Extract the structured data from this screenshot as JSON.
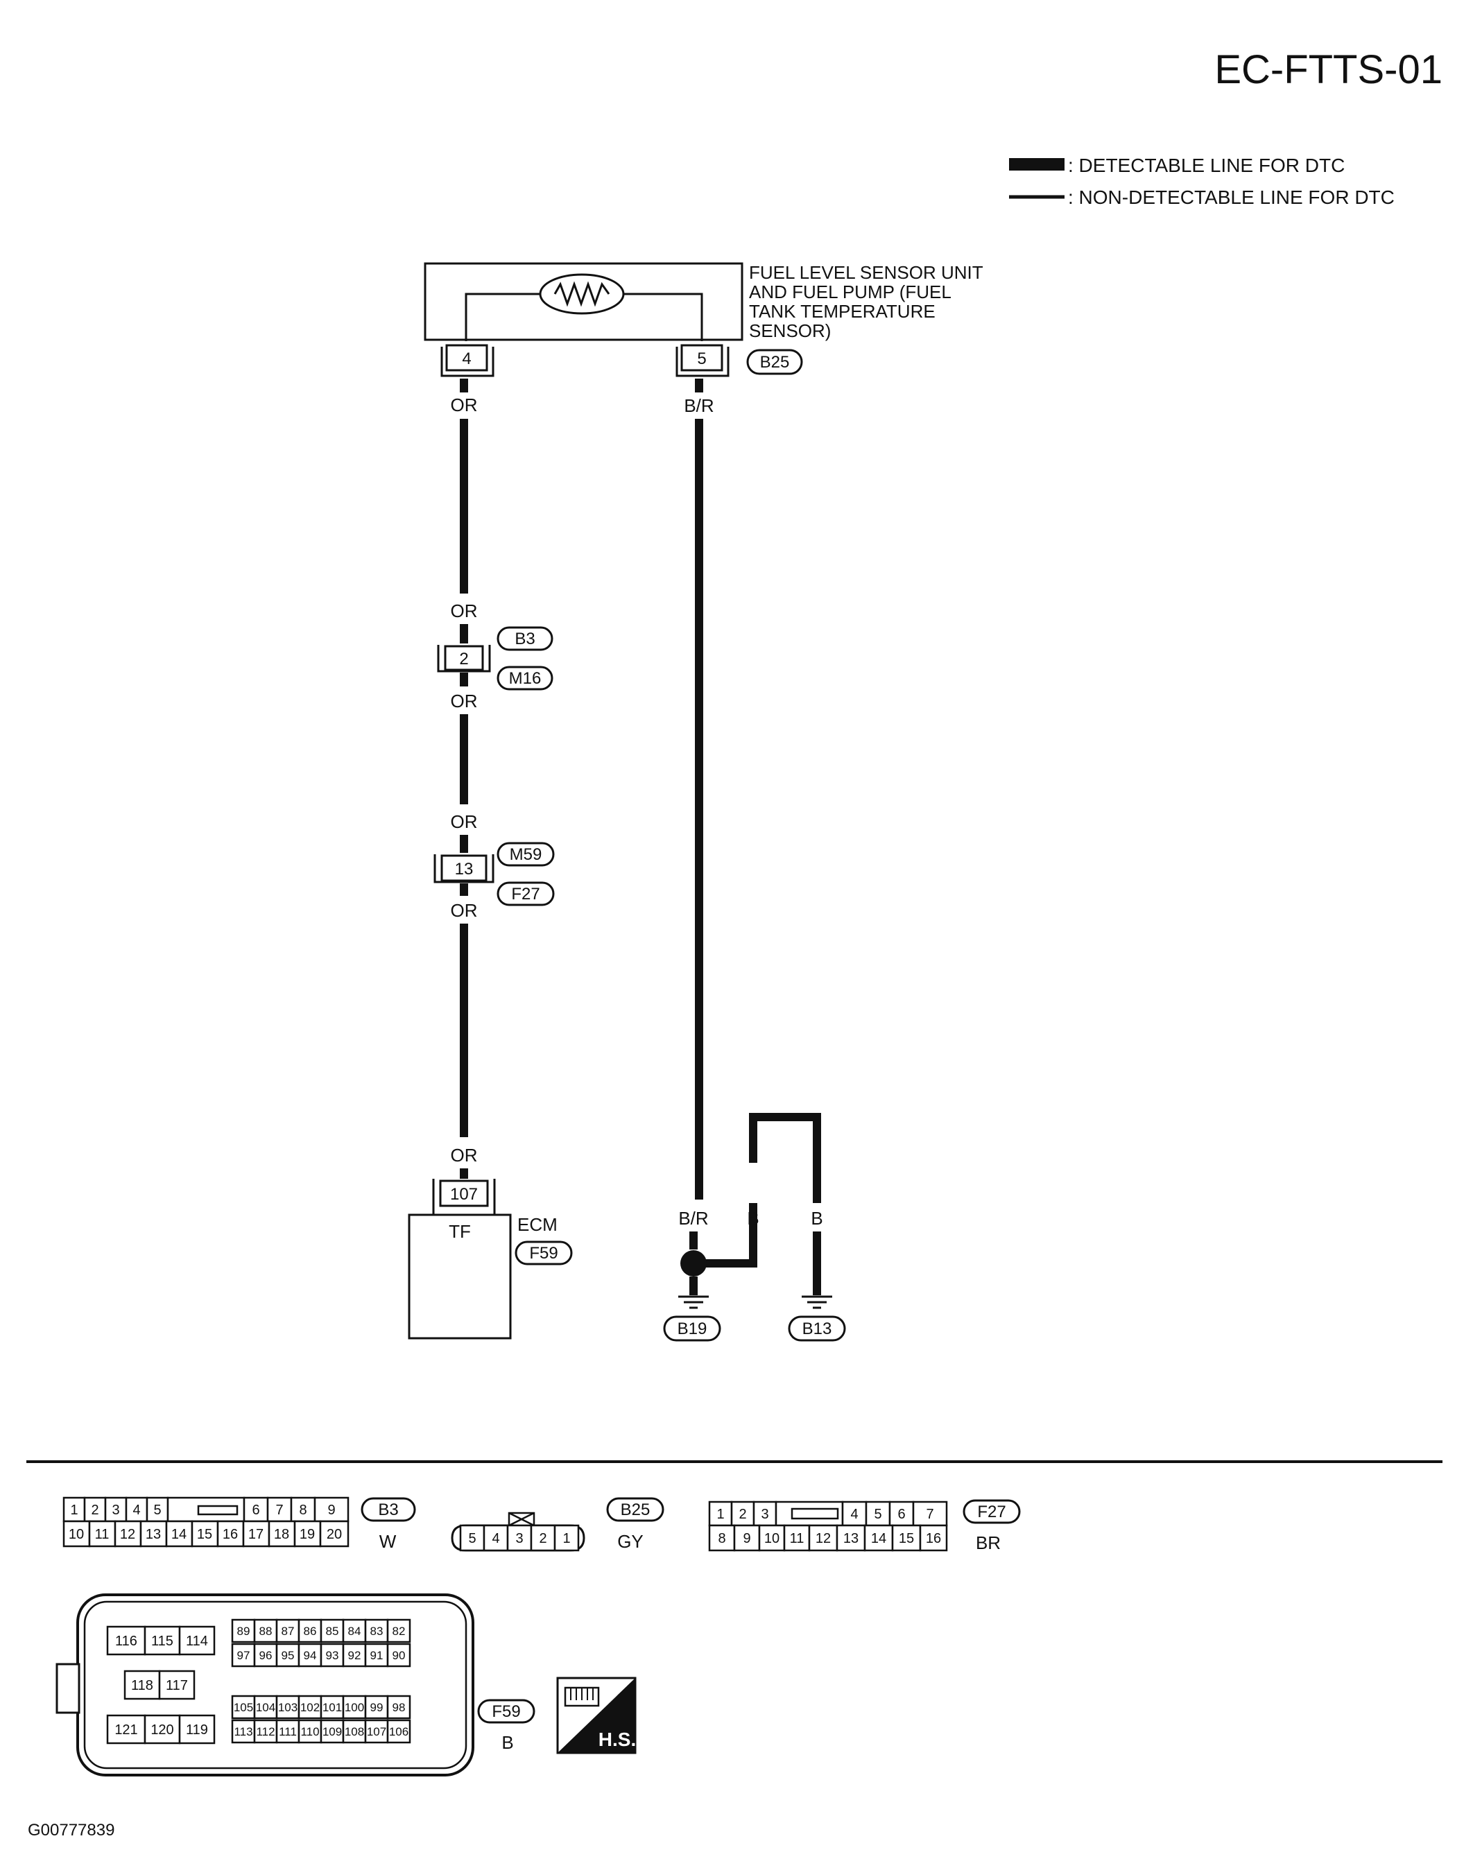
{
  "header": {
    "page_code": "EC-FTTS-01"
  },
  "legend": {
    "detectable": ": DETECTABLE LINE FOR DTC",
    "non_detectable": ": NON-DETECTABLE LINE FOR DTC"
  },
  "sensor": {
    "label_lines": [
      "FUEL LEVEL SENSOR UNIT",
      "AND FUEL PUMP (FUEL",
      "TANK TEMPERATURE",
      "SENSOR)"
    ],
    "connector_id": "B25",
    "pin_left": "4",
    "pin_right": "5",
    "wire_left_color": "OR",
    "wire_right_color": "B/R"
  },
  "junctions": {
    "j1": {
      "pin": "2",
      "top_connector": "B3",
      "bottom_connector": "M16",
      "color_above": "OR",
      "color_below": "OR"
    },
    "j2": {
      "pin": "13",
      "top_connector": "M59",
      "bottom_connector": "F27",
      "color_above": "OR",
      "color_below": "OR"
    }
  },
  "ecm": {
    "wire_color": "OR",
    "pin": "107",
    "terminal_label": "TF",
    "name": "ECM",
    "connector_id": "F59"
  },
  "ground": {
    "wire_br": "B/R",
    "wire_b1": "B",
    "wire_b2": "B",
    "ground1_id": "B19",
    "ground2_id": "B13"
  },
  "connector_faces": {
    "b3": {
      "id": "B3",
      "color": "W",
      "row1_left": [
        "1",
        "2",
        "3",
        "4",
        "5"
      ],
      "row1_right": [
        "6",
        "7",
        "8",
        "9"
      ],
      "row2": [
        "10",
        "11",
        "12",
        "13",
        "14",
        "15",
        "16",
        "17",
        "18",
        "19",
        "20"
      ]
    },
    "b25": {
      "id": "B25",
      "color": "GY",
      "pins": [
        "5",
        "4",
        "3",
        "2",
        "1"
      ]
    },
    "f27": {
      "id": "F27",
      "color": "BR",
      "row1_left": [
        "1",
        "2",
        "3"
      ],
      "row1_right": [
        "4",
        "5",
        "6",
        "7"
      ],
      "row2": [
        "8",
        "9",
        "10",
        "11",
        "12",
        "13",
        "14",
        "15",
        "16"
      ]
    },
    "f59": {
      "id": "F59",
      "color": "B",
      "g1": [
        "116",
        "115",
        "114"
      ],
      "g2": [
        "118",
        "117"
      ],
      "g3": [
        "121",
        "120",
        "119"
      ],
      "r1": [
        "89",
        "88",
        "87",
        "86",
        "85",
        "84",
        "83",
        "82"
      ],
      "r2": [
        "97",
        "96",
        "95",
        "94",
        "93",
        "92",
        "91",
        "90"
      ],
      "r3": [
        "105",
        "104",
        "103",
        "102",
        "101",
        "100",
        "99",
        "98"
      ],
      "r4": [
        "113",
        "112",
        "111",
        "110",
        "109",
        "108",
        "107",
        "106"
      ]
    }
  },
  "hs_badge": "H.S.",
  "footer": {
    "figure_id": "G00777839"
  },
  "colors": {
    "ink": "#111111",
    "paper": "#ffffff"
  },
  "icons": {
    "resistor": "resistor-symbol-icon",
    "ground": "ground-symbol-icon",
    "hs": "harness-symbol-icon"
  }
}
